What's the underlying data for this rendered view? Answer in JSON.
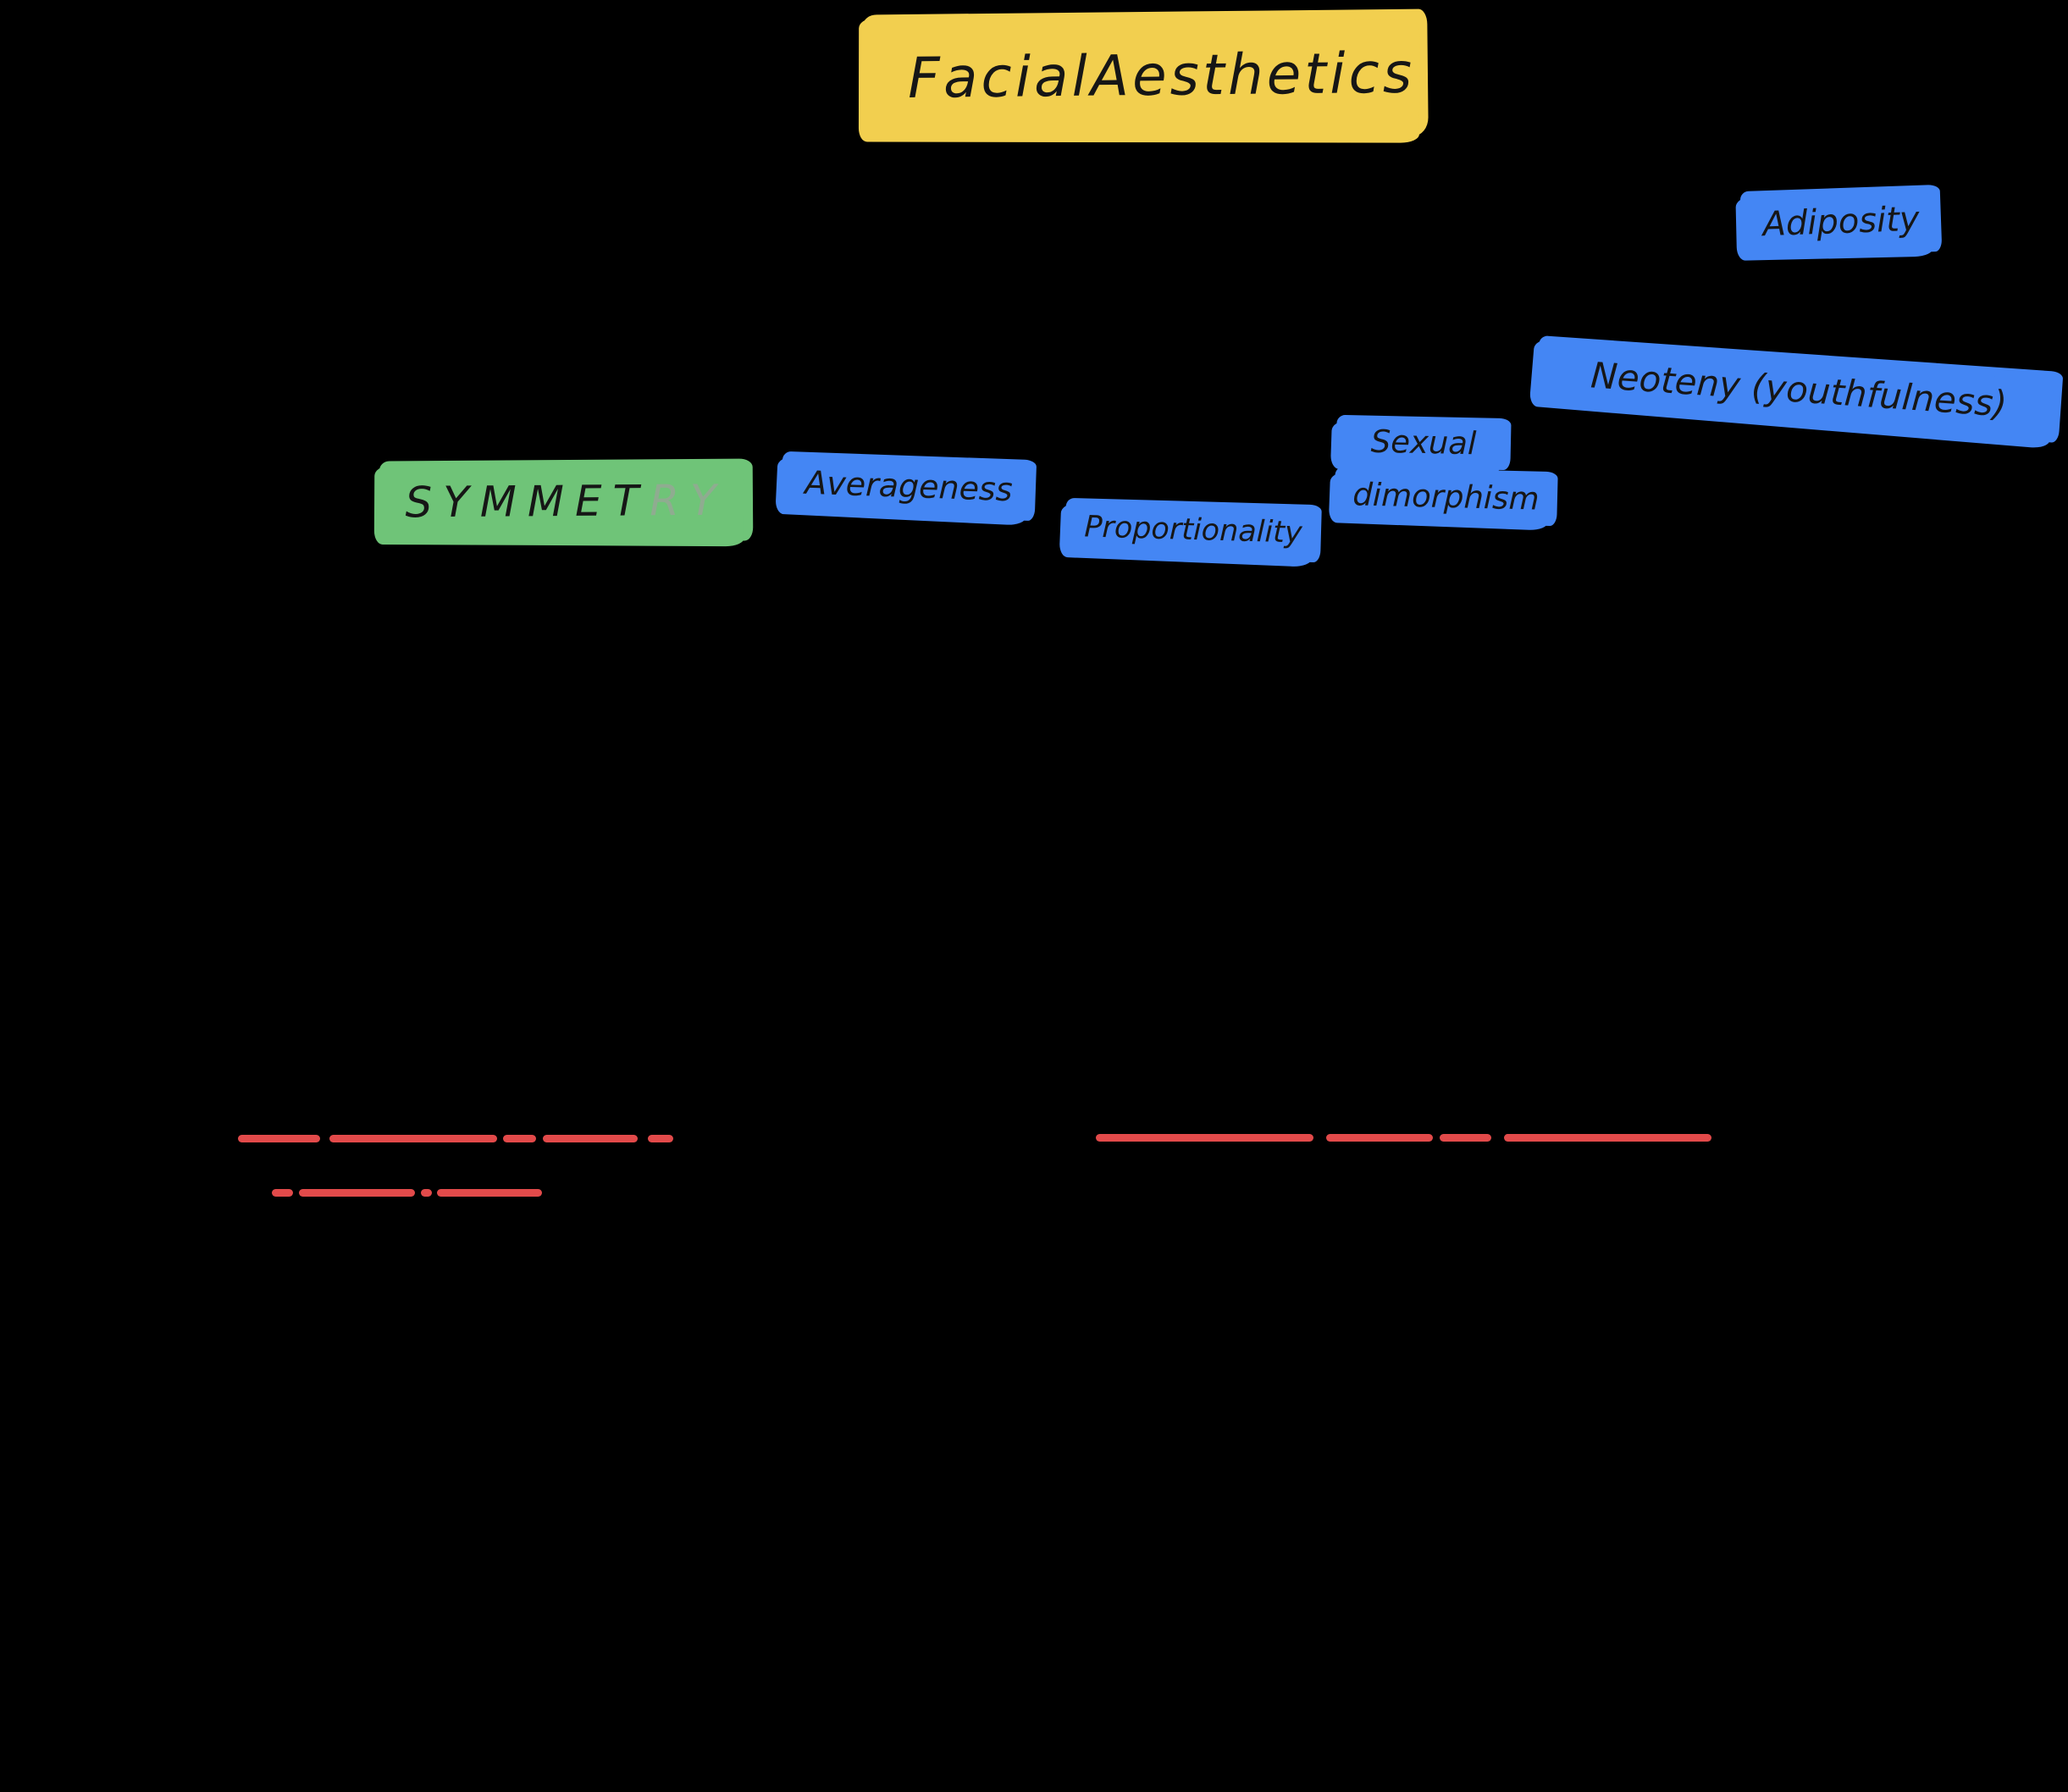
{
  "page": {
    "background": "#000000"
  },
  "title": {
    "text": "Facial Aesthetics",
    "words": [
      "Facial",
      "Aesthetics"
    ],
    "highlight_color": "#F2CF4F",
    "ink_color": "#161616"
  },
  "labels": {
    "symmetry": {
      "text": "SYMMETRY",
      "text_primary": "SYMMET",
      "text_secondary": "RY",
      "highlight_color": "#6FC478",
      "ink_color": "#161616",
      "secondary_ink_color": "#8FAC90"
    },
    "averageness": {
      "text": "Averageness",
      "highlight_color": "#4486F4",
      "ink_color": "#161616"
    },
    "proportionality": {
      "text": "Proportionality",
      "highlight_color": "#4486F4",
      "ink_color": "#161616"
    },
    "sexual_dimorphism": {
      "text": "Sexual dimorphism",
      "line1": "Sexual",
      "line2": "dimorphism",
      "highlight_color": "#4486F4",
      "ink_color": "#161616"
    },
    "neoteny": {
      "text": "Neoteny (youthfulness)",
      "highlight_color": "#4486F4",
      "ink_color": "#161616"
    },
    "adiposity": {
      "text": "Adiposity",
      "highlight_color": "#4486F4",
      "ink_color": "#161616"
    }
  },
  "underlines": {
    "color": "#E24A4A",
    "thickness": 9,
    "segments": [
      [
        281,
        1340,
        97
      ],
      [
        389,
        1340,
        198
      ],
      [
        594,
        1340,
        39
      ],
      [
        641,
        1340,
        112
      ],
      [
        765,
        1340,
        30
      ],
      [
        321,
        1404,
        25
      ],
      [
        353,
        1404,
        137
      ],
      [
        497,
        1404,
        13
      ],
      [
        516,
        1404,
        124
      ],
      [
        1294,
        1339,
        257
      ],
      [
        1566,
        1339,
        126
      ],
      [
        1700,
        1339,
        61
      ],
      [
        1776,
        1339,
        245
      ]
    ]
  }
}
